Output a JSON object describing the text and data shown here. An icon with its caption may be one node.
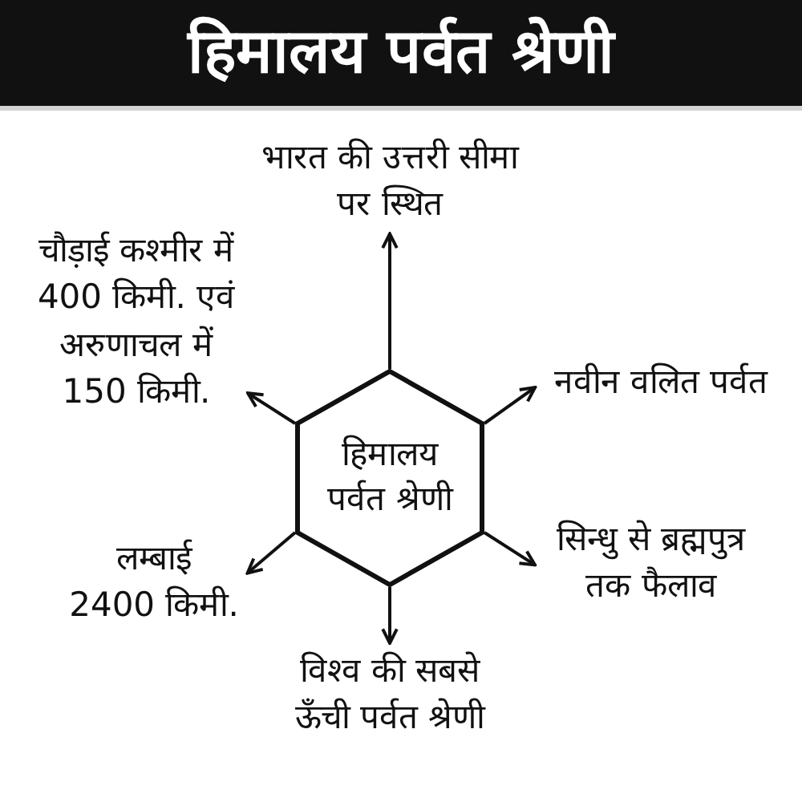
{
  "diagram": {
    "title": "हिमालय पर्वत श्रेणी",
    "nodes": [
      {
        "text": [
          "हिमालय पर्वत श्रेणी"
        ]
      },
      {
        "text": [
          "भारत की उत्तरी सीमा पर स्थित"
        ]
      },
      {
        "text": [
          "नवीन वलित पर्वत"
        ]
      },
      {
        "text": [
          "सिन्धु से ब्रह्मपुत्र तक फैलाव"
        ]
      },
      {
        "text": [
          "विश्व की सबसे ऊँची पर्वत श्रेणी"
        ]
      },
      {
        "text": [
          "लम्बाई 2400 किमी."
        ]
      },
      {
        "text": [
          "चौड़ाई कश्मीर में 400 किमी. एवं अरुणाचल में 150 किमी."
        ]
      }
    ],
    "edges": [
      {
        "from": 0,
        "to": 1,
        "arrow": "to"
      },
      {
        "from": 0,
        "to": 2,
        "arrow": "to"
      },
      {
        "from": 0,
        "to": 3,
        "arrow": "to"
      },
      {
        "from": 0,
        "to": 4,
        "arrow": "to"
      },
      {
        "from": 0,
        "to": 5,
        "arrow": "to"
      },
      {
        "from": 0,
        "to": 6,
        "arrow": "to"
      }
    ]
  }
}
